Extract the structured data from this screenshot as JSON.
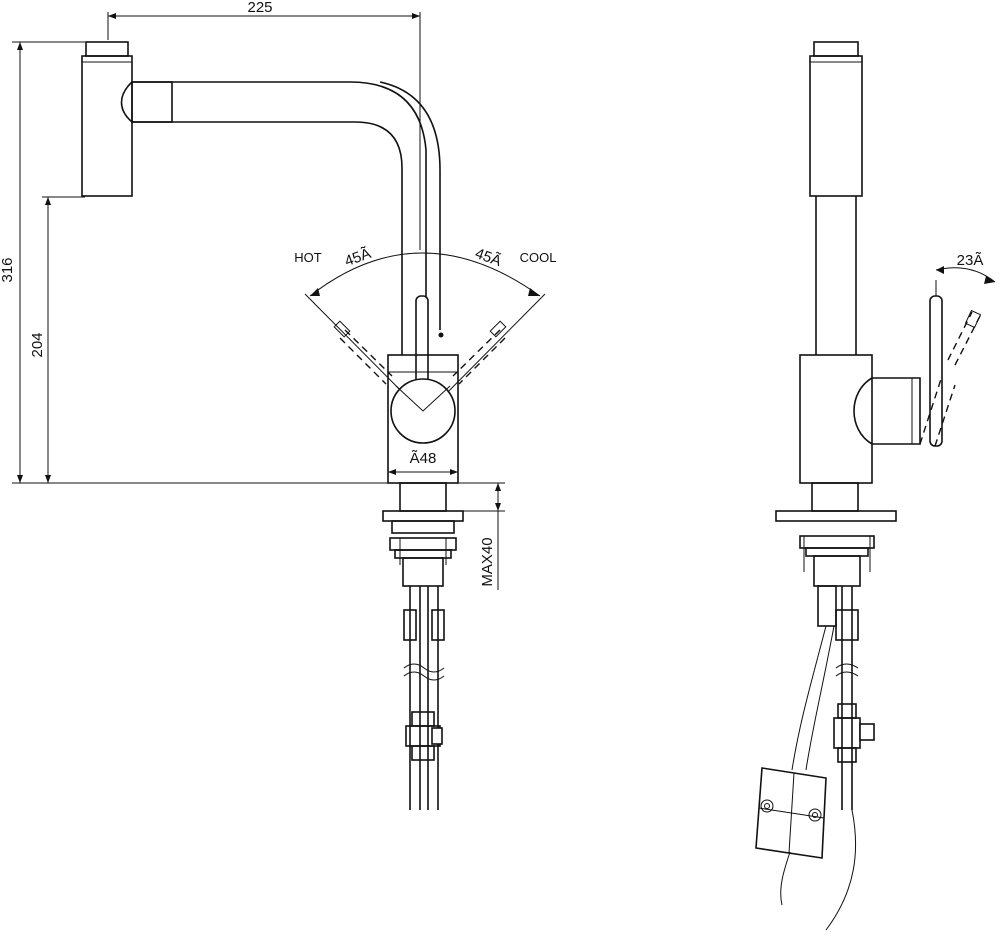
{
  "dimensions": {
    "width_225": "225",
    "height_316": "316",
    "height_204": "204",
    "diameter_48": "Ã48",
    "max_40": "MAX40",
    "angle_hot": "45Ã",
    "angle_cool": "45Ã",
    "angle_spray": "23Ã"
  },
  "labels": {
    "hot": "HOT",
    "cool": "COOL"
  },
  "colors": {
    "line": "#111111",
    "background": "#ffffff"
  }
}
